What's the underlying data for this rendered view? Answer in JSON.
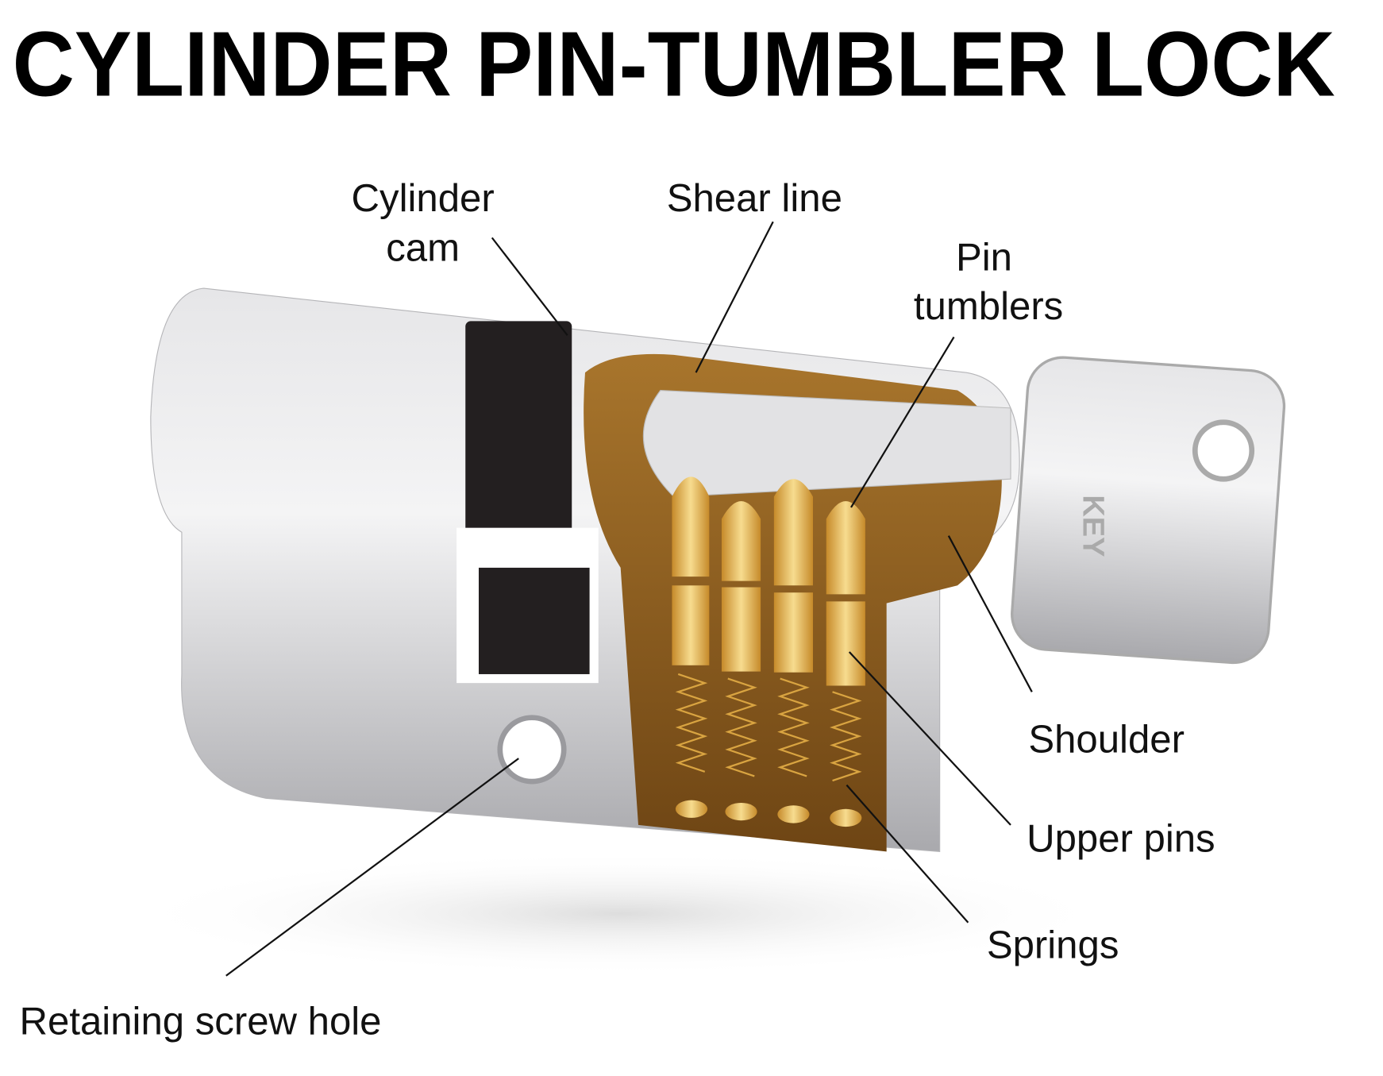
{
  "title": "CYLINDER PIN-TUMBLER LOCK",
  "labels": {
    "cylinder_cam_line1": "Cylinder",
    "cylinder_cam_line2": "cam",
    "shear_line": "Shear line",
    "pin_tumblers_line1": "Pin",
    "pin_tumblers_line2": "tumblers",
    "shoulder": "Shoulder",
    "upper_pins": "Upper pins",
    "springs": "Springs",
    "retaining_screw_hole": "Retaining screw hole"
  },
  "key_text": "KEY",
  "colors": {
    "brass": "#d9a441",
    "brass_light": "#f5d98a",
    "bronze_cutaway": "#8a5a1e",
    "steel": "#c9c9cb",
    "cam": "#231f20"
  }
}
